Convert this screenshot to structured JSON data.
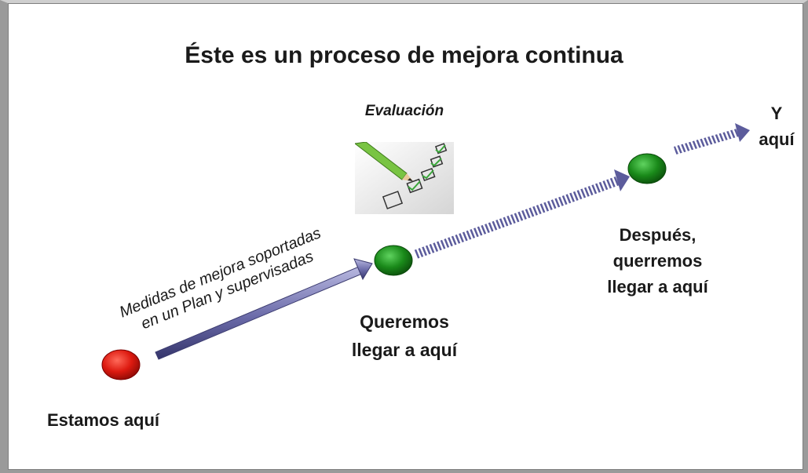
{
  "title": "Éste es un proceso de mejora continua",
  "evaluation_label": "Evaluación",
  "arrow_label": {
    "line1": "Medidas de mejora soportadas",
    "line2": "en un Plan y supervisadas"
  },
  "stages": {
    "current": "Estamos aquí",
    "first_goal": [
      "Queremos",
      "llegar a aquí"
    ],
    "second_goal": [
      "Después,",
      "querremos",
      "llegar a aquí"
    ],
    "final_goal": [
      "Y",
      "aquí"
    ]
  },
  "colors": {
    "current_dot": "#cc1111",
    "goal_dot": "#1a8a1a",
    "arrow": "#5c5c9c"
  },
  "icons": {
    "evaluation": "checklist-pencil-icon"
  }
}
